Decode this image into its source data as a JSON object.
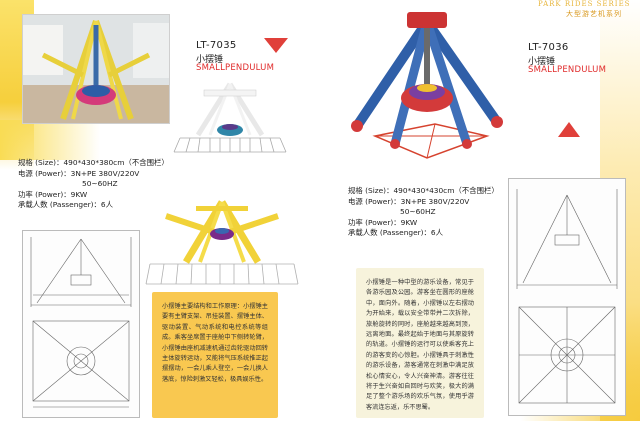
{
  "header": {
    "en": "PARK RIDES SERIES",
    "cn": "大型游艺机系列"
  },
  "left_product": {
    "model": "LT-7035",
    "name_cn": "小摆锤",
    "name_en": "SMALLPENDULUM",
    "specs": [
      "规格 (Size)：490*430*380cm（不含围栏）",
      "电源 (Power)：3N+PE 380V/220V",
      "50~60HZ",
      "功率 (Power)：9KW",
      "承载人数 (Passenger)：6人"
    ],
    "desc": "小摆锤主要结构和工作原理：小摆锤主要有主臂支架、吊挂装置、摆锤主体、驱动装置、气动系统和电控系统等组成。乘客坐席置于座舱中下侧转轮臂，小摆锤由座机减速机通过齿轮驱动回转主体旋转运动，又能将气压系统推正起摆摆动，一会儿乘人登空，一会儿换人落底，惊险刺激又轻松，极具娱乐性。"
  },
  "right_product": {
    "model": "LT-7036",
    "name_cn": "小摆锤",
    "name_en": "SMALLPENDULUM",
    "specs": [
      "规格 (Size)：490*430*430cm（不含围栏）",
      "电源 (Power)：3N+PE 380V/220V",
      "50~60HZ",
      "功率 (Power)：9KW",
      "承载人数 (Passenger)：6人"
    ],
    "desc": "小摆锤是一种中型的游乐设备，常见于各游乐园及公园。游客坐在圆形的座舱中，面向外。随着，小摆锤以左右摆动为开始来，载以安全带带并二次拆除，旅舱旋转的同时，座舱越来越高到顶，远离地面。最终起始于地面与其原旋转的轨道。小摆锤的运行可以使乘客充上的游客变的心惊胆。小摆锤具于刺激性的游乐设备，游客通常在刺激中满足放松心情安心，令人兴奋神清。游客往往将于生兴奋如自回时与欢笑，极大的满足了整个游乐场的欢乐气氛，使用乎游客流连忘返，乐不思蜀。"
  },
  "colors": {
    "accent_red": "#e02b2b",
    "yellow": "#f9c850",
    "ride_yellow": "#f2d33b",
    "ride_blue": "#2f5fa8",
    "ride_red": "#d63b2a"
  }
}
